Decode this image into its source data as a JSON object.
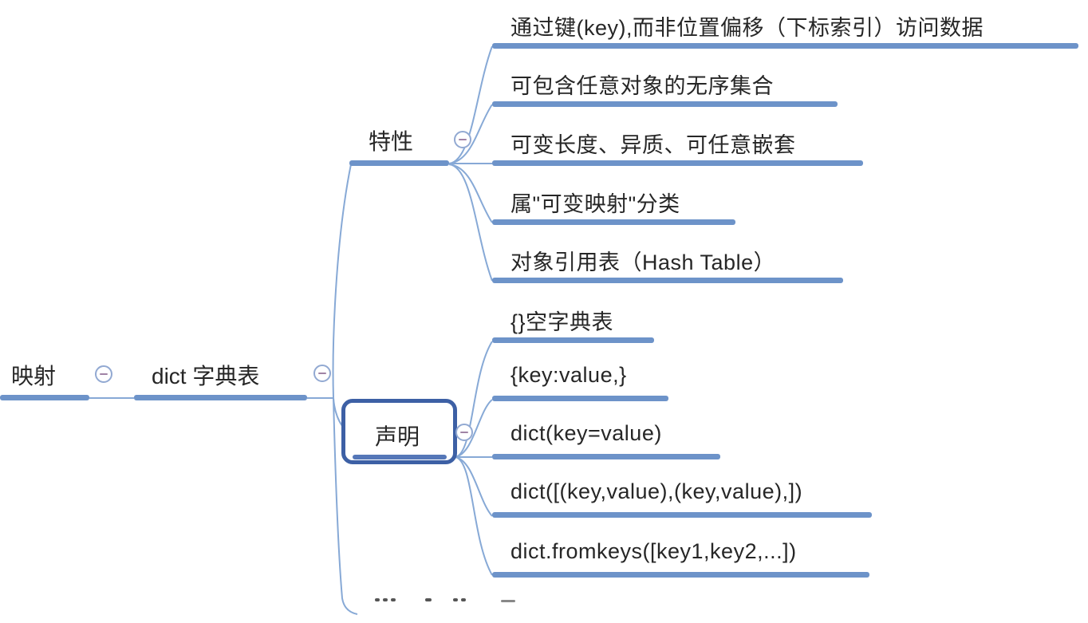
{
  "mindmap": {
    "root": {
      "label": "映射"
    },
    "topic": {
      "label": "dict 字典表"
    },
    "features": {
      "label": "特性",
      "items": [
        "通过键(key),而非位置偏移（下标索引）访问数据",
        "可包含任意对象的无序集合",
        "可变长度、异质、可任意嵌套",
        "属\"可变映射\"分类",
        "对象引用表（Hash Table）"
      ]
    },
    "declarations": {
      "label": "声明",
      "selected": true,
      "items": [
        "{}空字典表",
        "{key:value,}",
        "dict(key=value)",
        "dict([(key,value),(key,value),])",
        "dict.fromkeys([key1,key2,...])"
      ]
    },
    "colors": {
      "branch_blue": "#6d93c9",
      "connector_blue": "#87a9d6",
      "selection_blue": "#3d60a5",
      "collapse_circle": "#92a9d2",
      "collapse_dash": "#a083a5",
      "text": "#262626"
    },
    "icons": {
      "collapse": "minus-in-circle"
    }
  }
}
